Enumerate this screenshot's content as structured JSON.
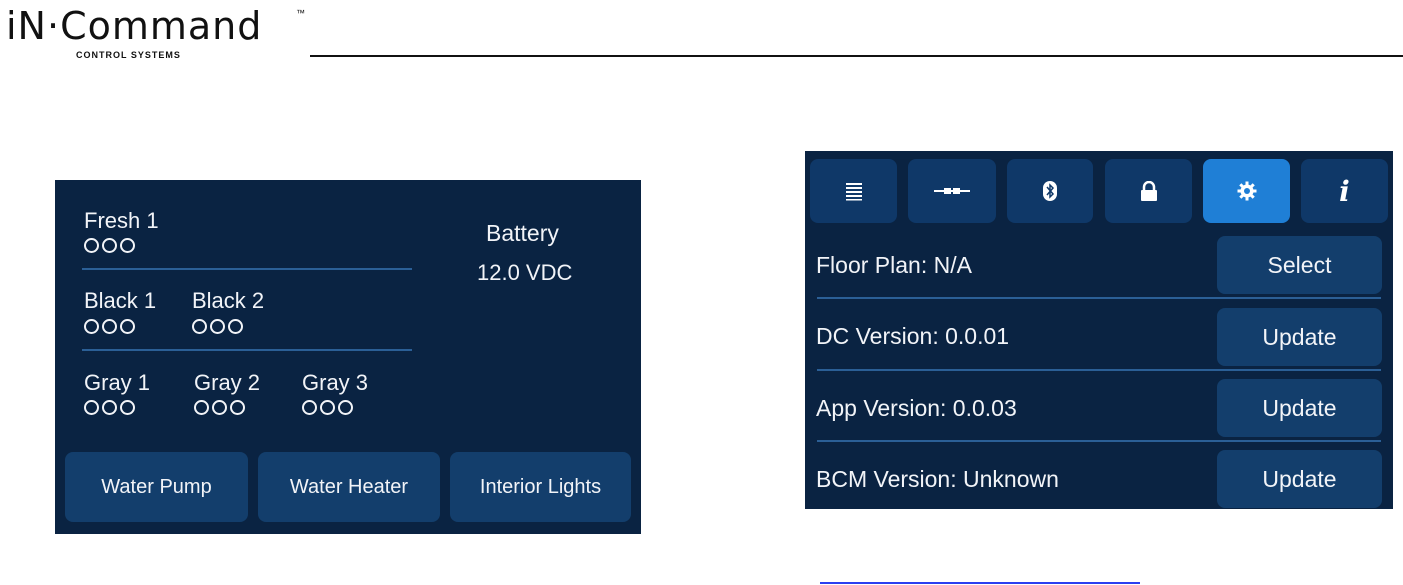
{
  "header": {
    "brand": "iN·Command",
    "trademark": "™",
    "tagline": "CONTROL SYSTEMS"
  },
  "tanks_panel": {
    "groups": [
      {
        "tanks": [
          {
            "label": "Fresh 1",
            "level_indicators": 3
          }
        ]
      },
      {
        "tanks": [
          {
            "label": "Black 1",
            "level_indicators": 3
          },
          {
            "label": "Black 2",
            "level_indicators": 3
          }
        ]
      },
      {
        "tanks": [
          {
            "label": "Gray 1",
            "level_indicators": 3
          },
          {
            "label": "Gray 2",
            "level_indicators": 3
          },
          {
            "label": "Gray 3",
            "level_indicators": 3
          }
        ]
      }
    ],
    "battery": {
      "label": "Battery",
      "value": "12.0 VDC"
    },
    "buttons": [
      {
        "label": "Water Pump"
      },
      {
        "label": "Water Heater"
      },
      {
        "label": "Interior Lights"
      }
    ]
  },
  "settings_panel": {
    "tabs": [
      {
        "icon": "list-icon",
        "active": false
      },
      {
        "icon": "connection-icon",
        "active": false
      },
      {
        "icon": "bluetooth-icon",
        "active": false
      },
      {
        "icon": "lock-icon",
        "active": false
      },
      {
        "icon": "gear-icon",
        "active": true
      },
      {
        "icon": "info-icon",
        "active": false,
        "glyph": "i"
      }
    ],
    "rows": [
      {
        "label": "Floor Plan:  N/A",
        "button": "Select"
      },
      {
        "label": "DC Version:  0.0.01",
        "button": "Update"
      },
      {
        "label": "App Version:  0.0.03",
        "button": "Update"
      },
      {
        "label": "BCM Version:  Unknown",
        "button": "Update"
      }
    ]
  },
  "colors": {
    "panel_bg": "#0a2342",
    "button_bg": "#133e6c",
    "tab_bg": "#0f3868",
    "tab_active": "#1f7fd6",
    "divider": "#2b5f96"
  }
}
